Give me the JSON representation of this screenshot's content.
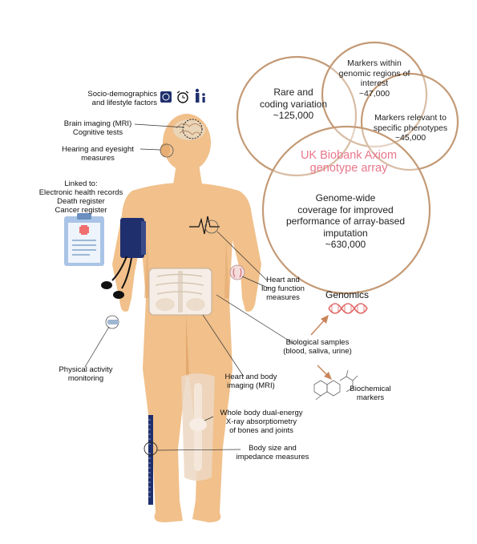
{
  "colors": {
    "skin": "#f1c08b",
    "skin_shadow": "#e3a96f",
    "circle_stroke": "#c49a76",
    "accent_pink": "#e8778a",
    "arrow": "#c9855a",
    "dna": "#e06a6a",
    "cuff": "#1f2f6e"
  },
  "labels": {
    "socio": "Socio-demographics\nand  lifestyle factors",
    "brain": "Brain imaging (MRI)\nCognitive tests",
    "hearing": "Hearing and eyesight\nmeasures",
    "linked": "Linked to:\nElectronic health records\nDeath register\nCancer register",
    "heart_lung": "Heart and\nlung function\nmeasures",
    "bio_samples": "Biological samples\n(blood, saliva, urine)",
    "physical": "Physical activity\nmonitoring",
    "heart_body": "Heart and body\nimaging (MRI)",
    "dexa": "Whole body dual-energy\nX-ray absorptiometry\nof bones and joints",
    "body_size": "Body size and\nimpedance measures",
    "genomics": "Genomics",
    "biochem": "Biochemical\nmarkers"
  },
  "venn": {
    "rare": "Rare and\ncoding variation\n~125,000",
    "markers_genomic": "Markers within\ngenomic regions of\ninterest\n~47,000",
    "markers_pheno": "Markers relevant to\nspecific phenotypes\n~45,000",
    "array_title": "UK Biobank Axiom\ngenotype array",
    "genome_wide": "Genome-wide\ncoverage for improved\nperformance of array-based\nimputation\n~630,000"
  },
  "icons": [
    "food-icon",
    "alarm-clock-icon",
    "family-icon",
    "clipboard-icon",
    "ecg-icon",
    "dna-icon",
    "molecule-icon",
    "blood-pressure-cuff-icon",
    "wristband-icon",
    "measuring-tape-icon"
  ]
}
